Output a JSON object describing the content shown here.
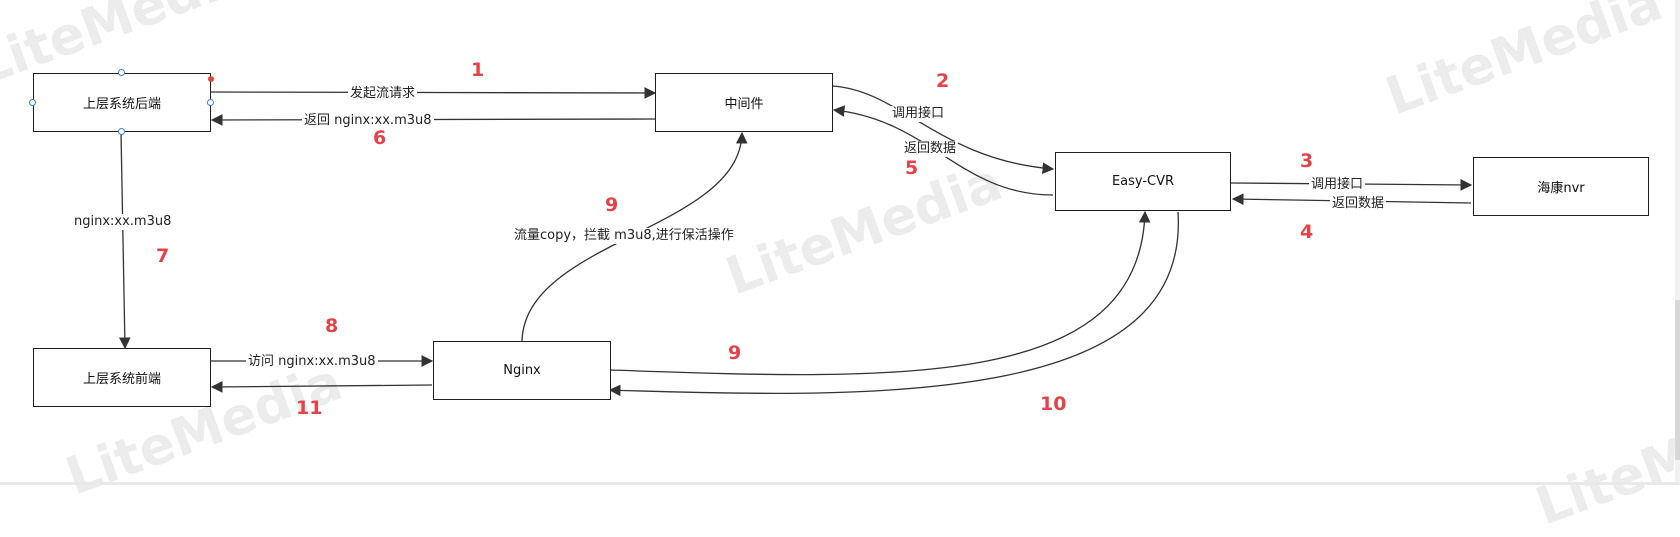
{
  "watermark_text": "LiteMedia",
  "nodes": {
    "upper_backend": "上层系统后端",
    "middleware": "中间件",
    "easy_cvr": "Easy-CVR",
    "hikvision_nvr": "海康nvr",
    "upper_frontend": "上层系统前端",
    "nginx": "Nginx"
  },
  "edges": {
    "stream_request": "发起流请求",
    "return_nginx": "返回 nginx:xx.m3u8",
    "call_api_1": "调用接口",
    "return_data_1": "返回数据",
    "call_api_2": "调用接口",
    "return_data_2": "返回数据",
    "nginx_url": "nginx:xx.m3u8",
    "visit_nginx": "访问 nginx:xx.m3u8",
    "traffic_copy": "流量copy，拦截 m3u8,进行保活操作"
  },
  "steps": {
    "s1": "1",
    "s2": "2",
    "s3": "3",
    "s4": "4",
    "s5": "5",
    "s6": "6",
    "s7": "7",
    "s8": "8",
    "s9a": "9",
    "s9b": "9",
    "s10": "10",
    "s11": "11"
  },
  "colors": {
    "step_number": "#e5424a",
    "edge": "#333333",
    "selection_handle": "#3b7ddd"
  }
}
